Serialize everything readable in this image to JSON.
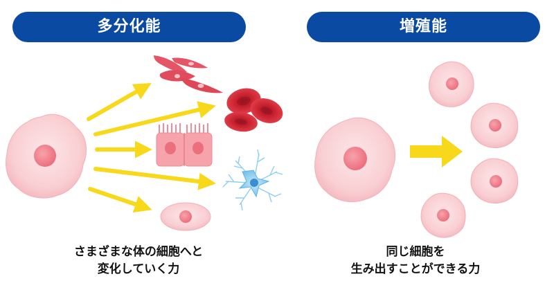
{
  "left": {
    "title": "多分化能",
    "caption_line1": "さまざまな体の細胞へと",
    "caption_line2": "変化していく力"
  },
  "right": {
    "title": "増殖能",
    "caption_line1": "同じ細胞を",
    "caption_line2": "生み出すことができる力"
  },
  "colors": {
    "header_bg": "#0b4aa2",
    "arrow": "#f7d81a",
    "cell_fill": "#fbd3d6",
    "cell_nucleus": "#f2848f",
    "red_blood_cell": "#d8313f",
    "neuron": "#7cc6ec"
  }
}
